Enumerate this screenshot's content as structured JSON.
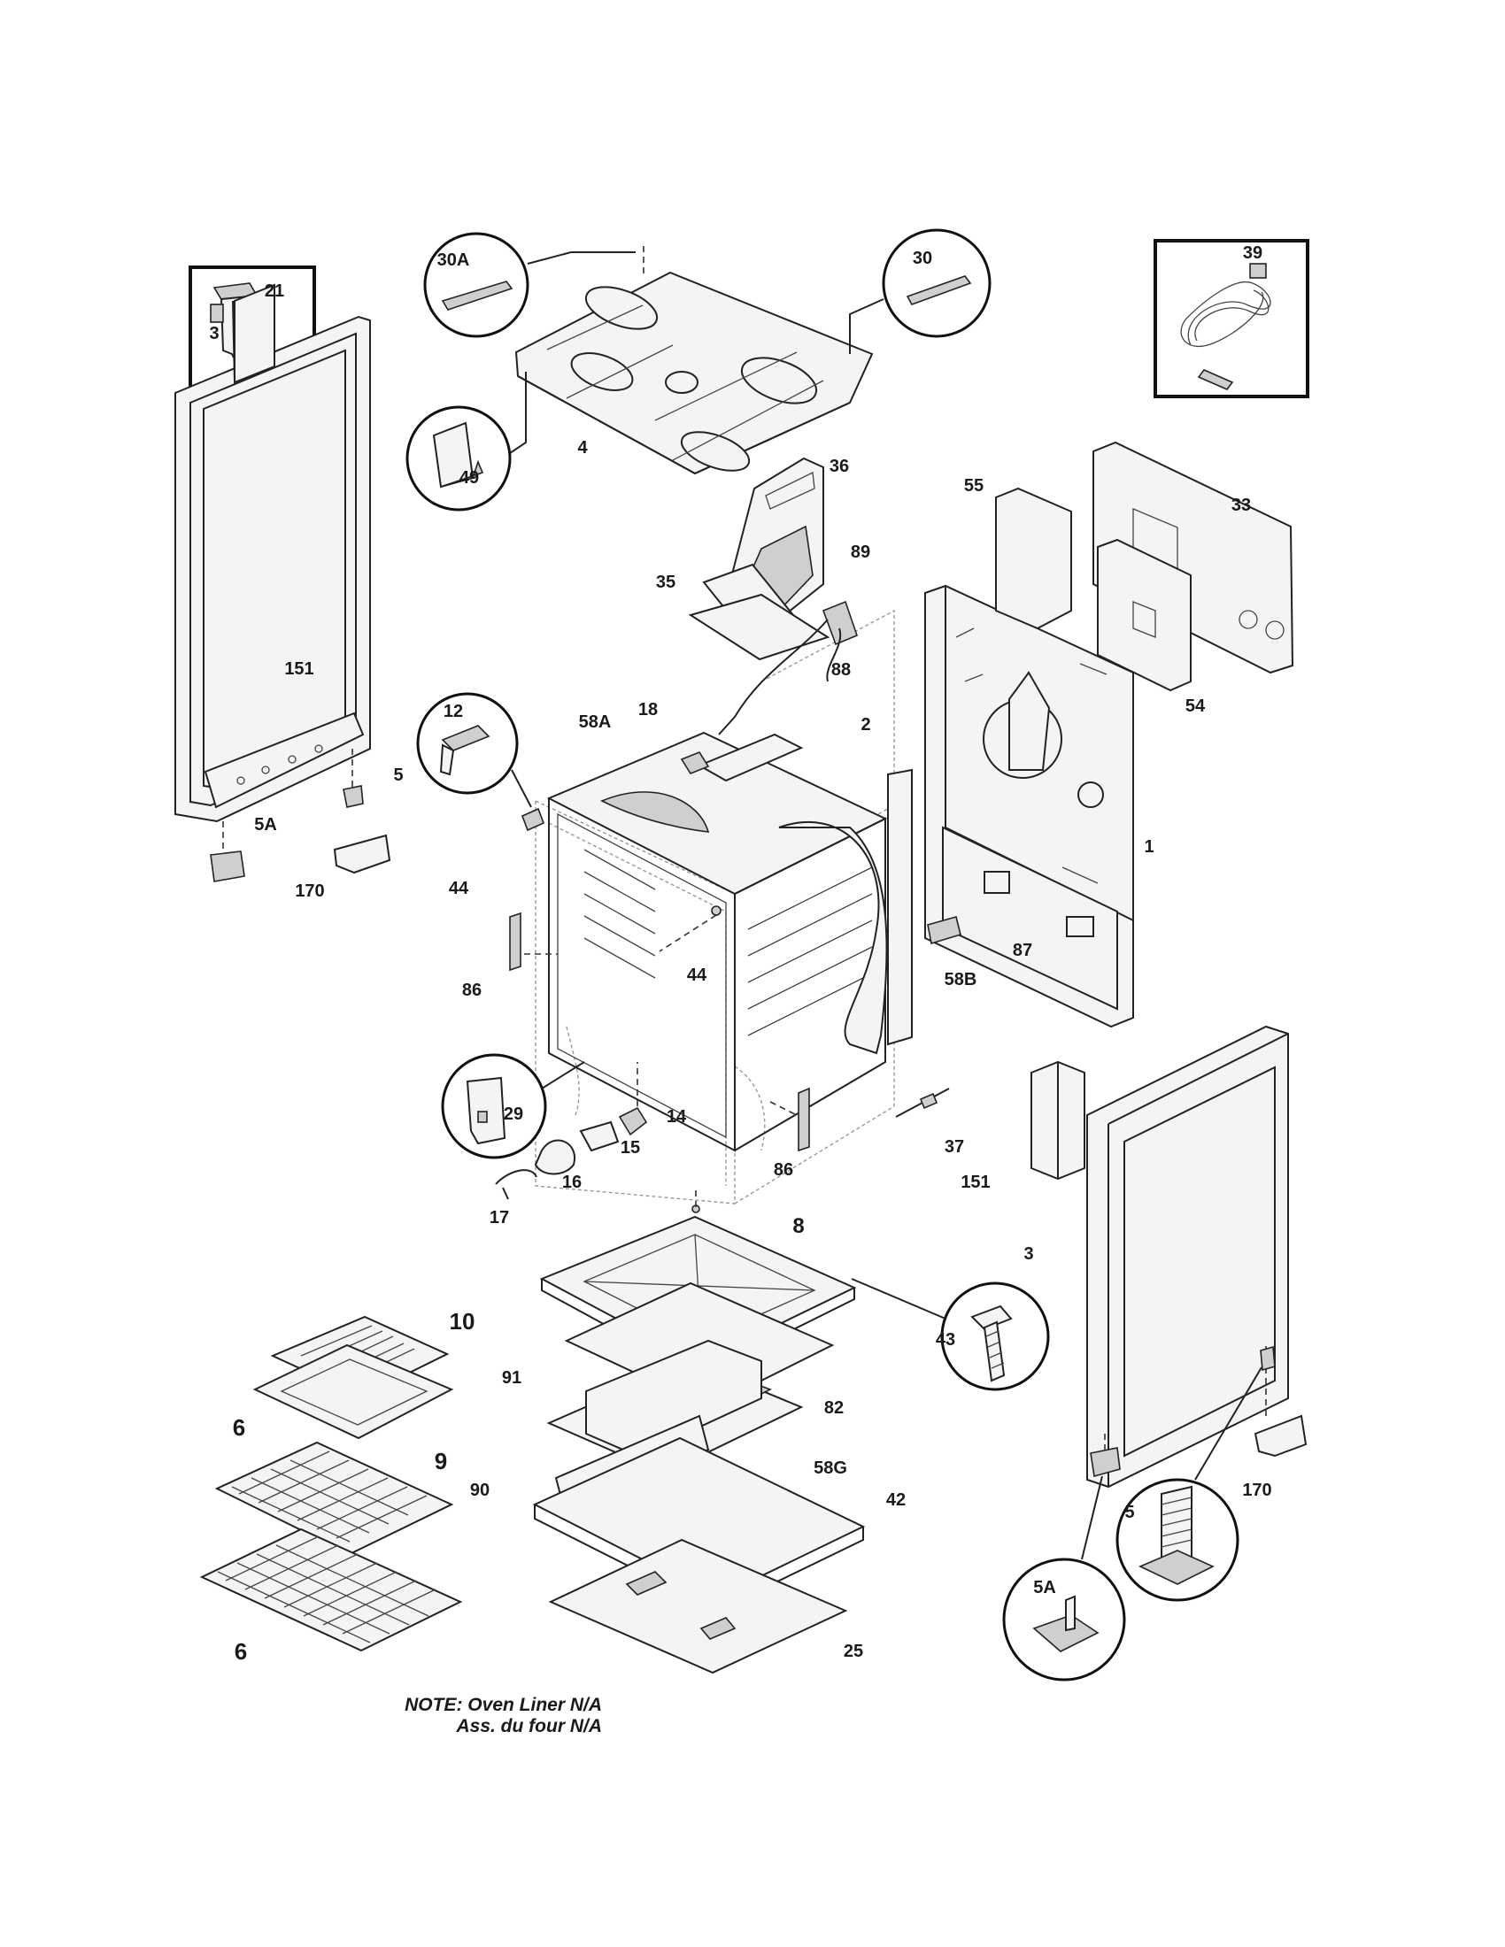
{
  "callouts": [
    {
      "id": "c-21",
      "label": "21"
    },
    {
      "id": "c-30a",
      "label": "30A"
    },
    {
      "id": "c-30",
      "label": "30"
    },
    {
      "id": "c-39",
      "label": "39"
    },
    {
      "id": "c-3-door",
      "label": "3"
    },
    {
      "id": "c-49",
      "label": "49"
    },
    {
      "id": "c-4",
      "label": "4"
    },
    {
      "id": "c-36",
      "label": "36"
    },
    {
      "id": "c-55",
      "label": "55"
    },
    {
      "id": "c-33",
      "label": "33"
    },
    {
      "id": "c-35",
      "label": "35"
    },
    {
      "id": "c-89",
      "label": "89"
    },
    {
      "id": "c-151-left",
      "label": "151"
    },
    {
      "id": "c-88",
      "label": "88"
    },
    {
      "id": "c-54",
      "label": "54"
    },
    {
      "id": "c-12",
      "label": "12"
    },
    {
      "id": "c-58a",
      "label": "58A"
    },
    {
      "id": "c-18",
      "label": "18"
    },
    {
      "id": "c-2",
      "label": "2"
    },
    {
      "id": "c-5-left",
      "label": "5"
    },
    {
      "id": "c-5a-left",
      "label": "5A"
    },
    {
      "id": "c-44-left",
      "label": "44"
    },
    {
      "id": "c-170-left",
      "label": "170"
    },
    {
      "id": "c-1",
      "label": "1"
    },
    {
      "id": "c-44-mid",
      "label": "44"
    },
    {
      "id": "c-87",
      "label": "87"
    },
    {
      "id": "c-86-left",
      "label": "86"
    },
    {
      "id": "c-58b",
      "label": "58B"
    },
    {
      "id": "c-29",
      "label": "29"
    },
    {
      "id": "c-14",
      "label": "14"
    },
    {
      "id": "c-15",
      "label": "15"
    },
    {
      "id": "c-37",
      "label": "37"
    },
    {
      "id": "c-86-right",
      "label": "86"
    },
    {
      "id": "c-151-right",
      "label": "151"
    },
    {
      "id": "c-16",
      "label": "16"
    },
    {
      "id": "c-17",
      "label": "17"
    },
    {
      "id": "c-8",
      "label": "8"
    },
    {
      "id": "c-3-side",
      "label": "3"
    },
    {
      "id": "c-43",
      "label": "43"
    },
    {
      "id": "c-10",
      "label": "10"
    },
    {
      "id": "c-91",
      "label": "91"
    },
    {
      "id": "c-82",
      "label": "82"
    },
    {
      "id": "c-9",
      "label": "9"
    },
    {
      "id": "c-6-top",
      "label": "6"
    },
    {
      "id": "c-58g",
      "label": "58G"
    },
    {
      "id": "c-90",
      "label": "90"
    },
    {
      "id": "c-42",
      "label": "42"
    },
    {
      "id": "c-170-right",
      "label": "170"
    },
    {
      "id": "c-5-right",
      "label": "5"
    },
    {
      "id": "c-5a-right",
      "label": "5A"
    },
    {
      "id": "c-6-bottom",
      "label": "6"
    },
    {
      "id": "c-25",
      "label": "25"
    }
  ],
  "note": {
    "line1": "NOTE: Oven Liner N/A",
    "line2": "Ass. du four N/A"
  }
}
